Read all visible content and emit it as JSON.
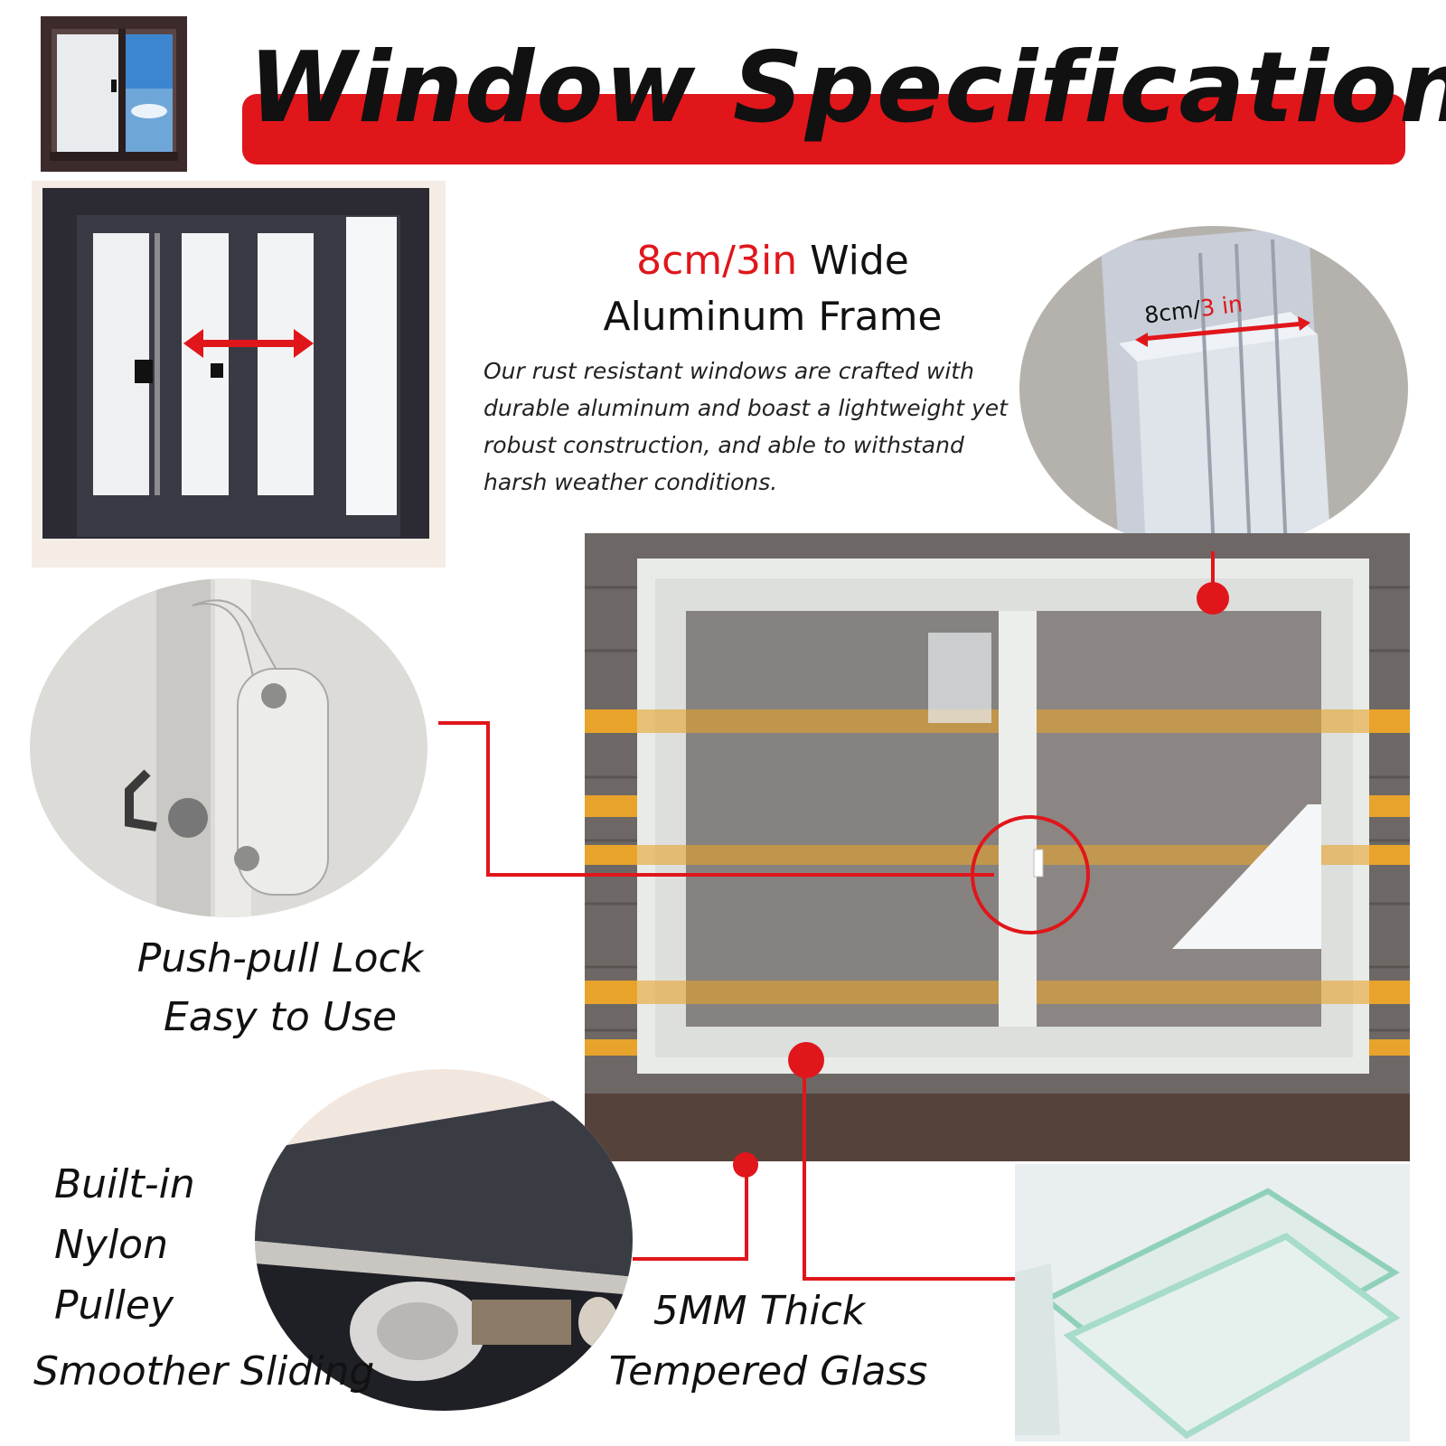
{
  "title": "Window Specification",
  "frame": {
    "heading_highlight": "8cm/3in",
    "heading_rest": "Wide",
    "heading_line2": "Aluminum Frame",
    "description": "Our rust resistant windows are crafted with durable aluminum and boast a lightweight yet robust construction, and able to withstand harsh weather conditions.",
    "measure_black": "8cm/",
    "measure_red": "3 in"
  },
  "lock": {
    "line1": "Push-pull Lock",
    "line2": "Easy to Use"
  },
  "pulley": {
    "line1": "Built-in",
    "line2": "Nylon",
    "line3": "Pulley",
    "line4": "Smoother Sliding"
  },
  "glass": {
    "line1": "5MM Thick",
    "line2": "Tempered Glass"
  },
  "colors": {
    "accent": "#e0161b",
    "text": "#111111",
    "frame_dark": "#2e2a30",
    "frame_white": "#e9ebe8"
  }
}
